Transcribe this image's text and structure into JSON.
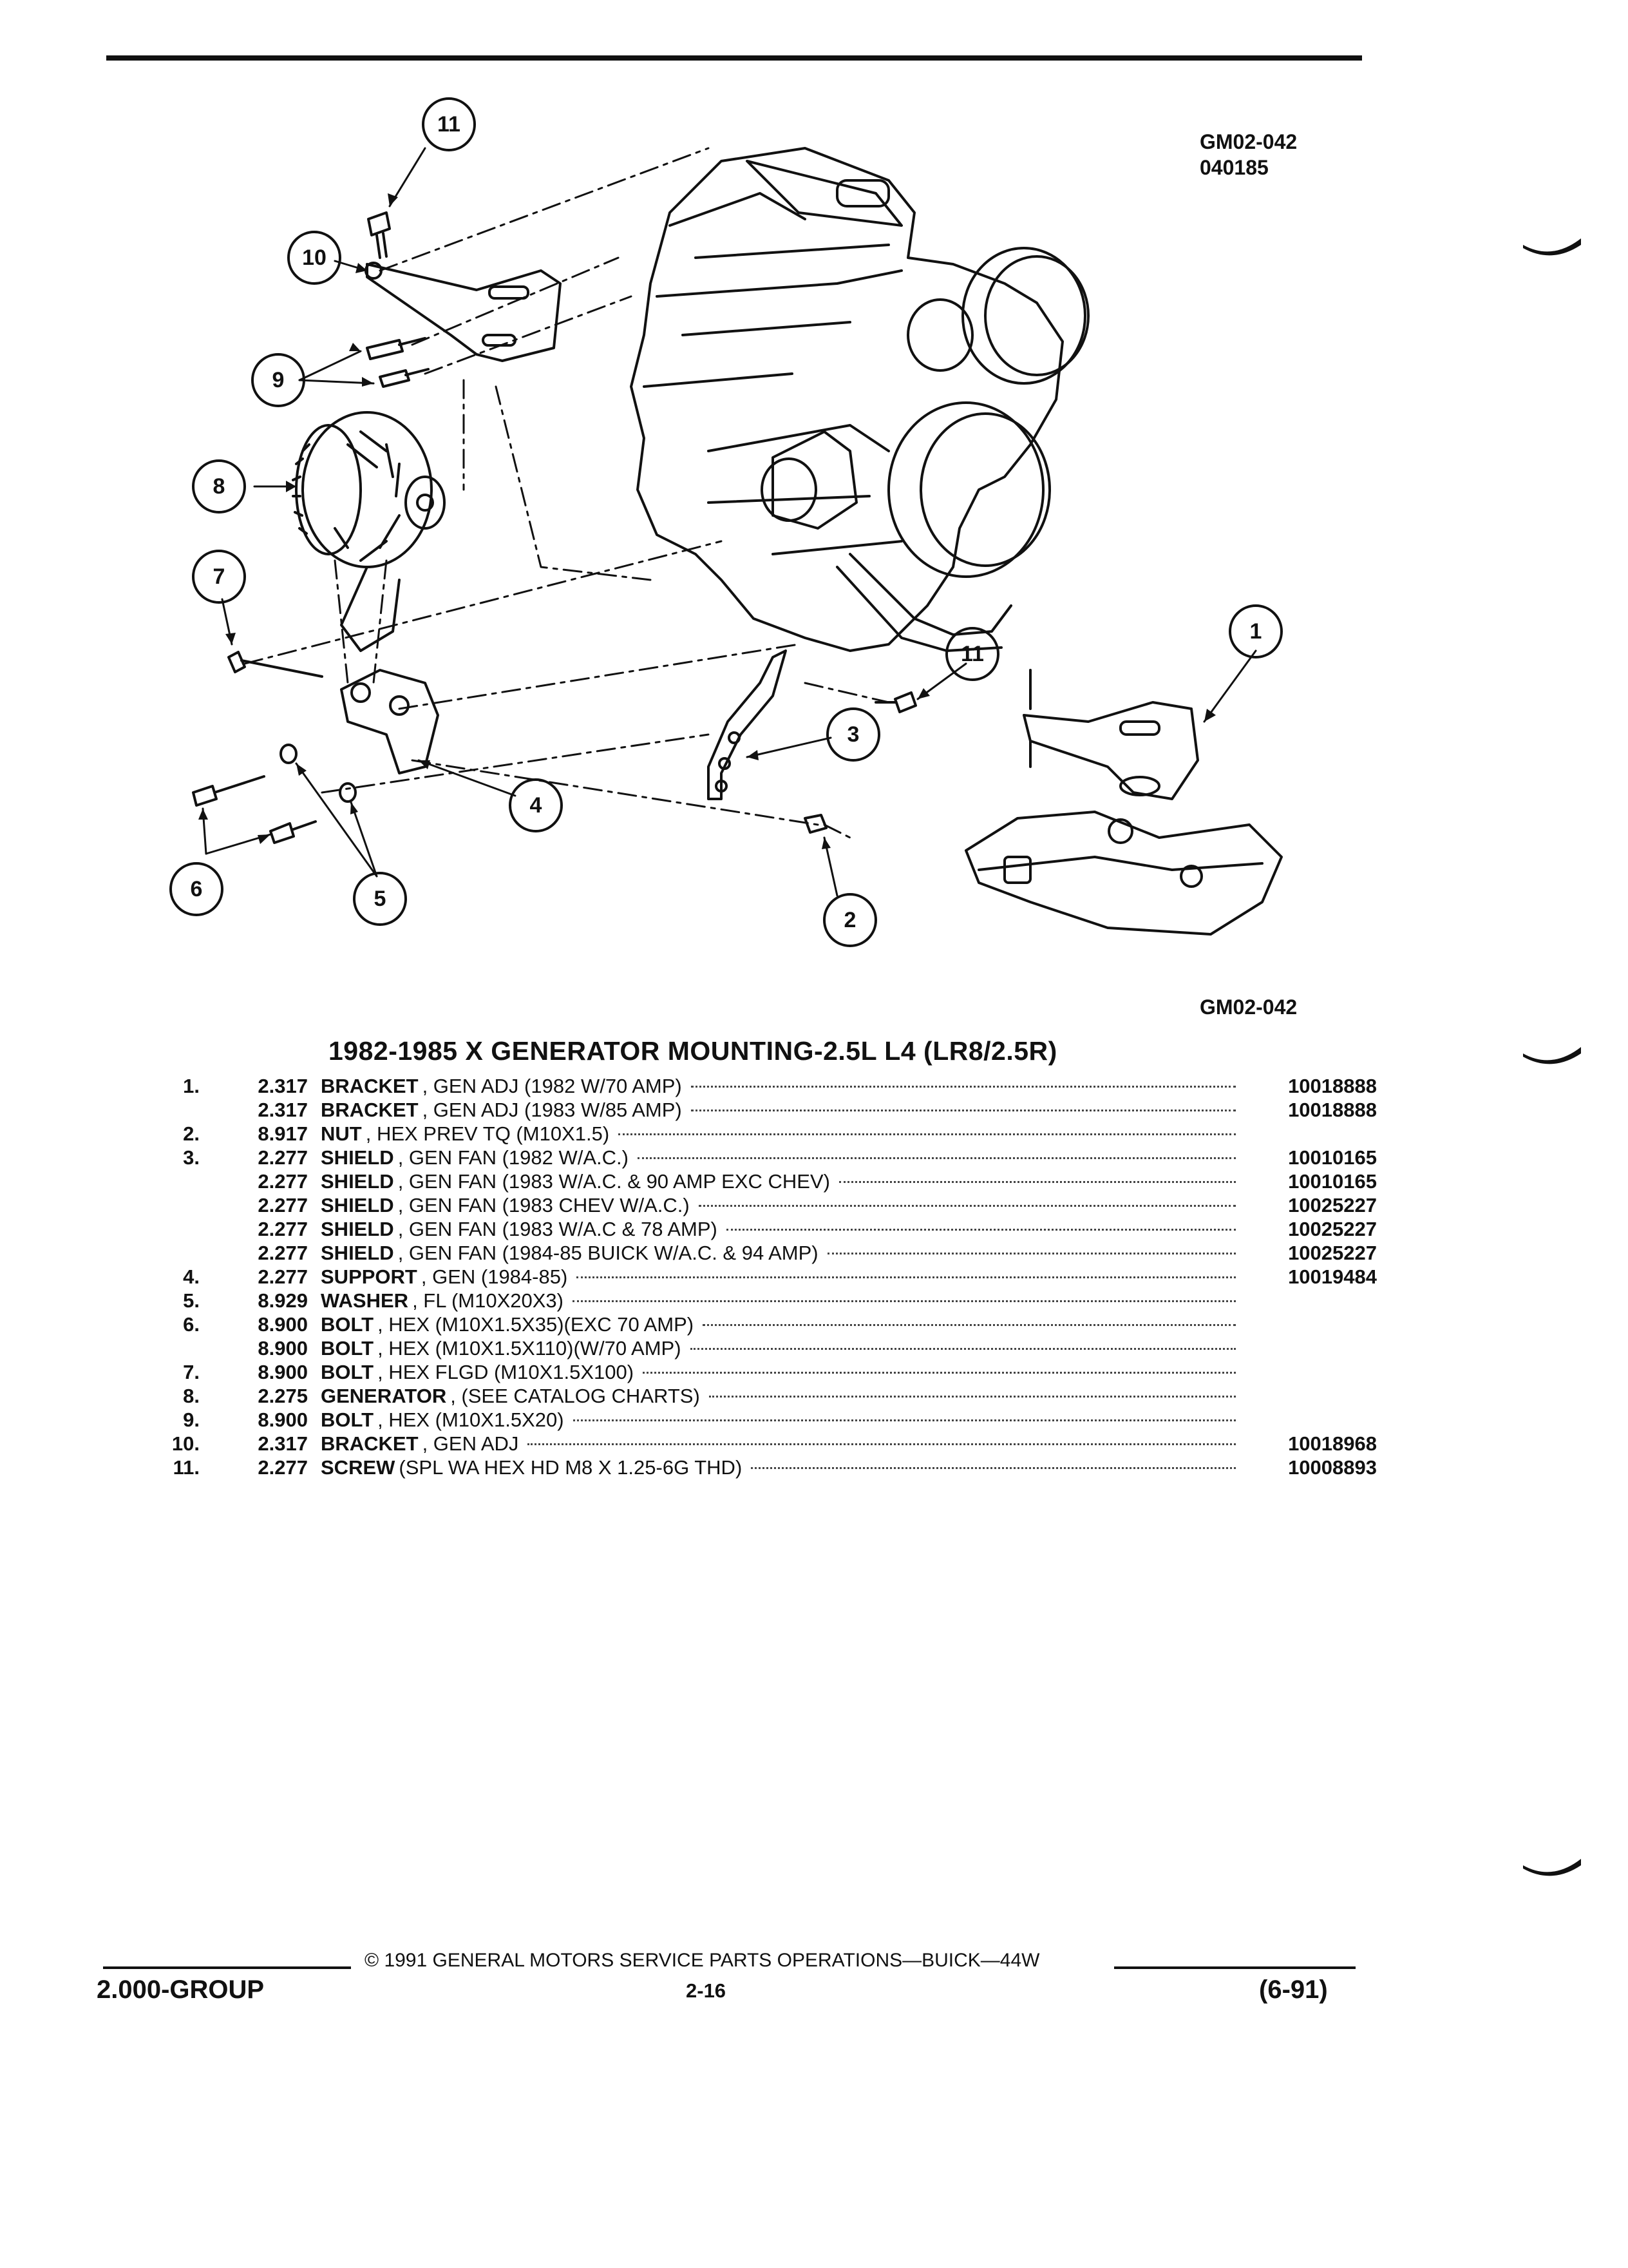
{
  "figure": {
    "code_top": "GM02-042",
    "date_code": "040185",
    "code_bottom": "GM02-042",
    "title": "1982-1985 X GENERATOR MOUNTING-2.5L L4 (LR8/2.5R)",
    "callouts": [
      "1",
      "2",
      "3",
      "4",
      "5",
      "6",
      "7",
      "8",
      "9",
      "10",
      "11"
    ]
  },
  "parts": [
    {
      "item": "1.",
      "group": "2.317",
      "name": "BRACKET",
      "detail": ", GEN ADJ (1982 W/70 AMP)",
      "part_number": "10018888"
    },
    {
      "item": "",
      "group": "2.317",
      "name": "BRACKET",
      "detail": ", GEN ADJ (1983 W/85 AMP)",
      "part_number": "10018888"
    },
    {
      "item": "2.",
      "group": "8.917",
      "name": "NUT",
      "detail": ", HEX PREV TQ (M10X1.5)",
      "part_number": ""
    },
    {
      "item": "3.",
      "group": "2.277",
      "name": "SHIELD",
      "detail": ", GEN FAN (1982 W/A.C.)",
      "part_number": "10010165"
    },
    {
      "item": "",
      "group": "2.277",
      "name": "SHIELD",
      "detail": ", GEN FAN (1983 W/A.C. & 90 AMP EXC CHEV)",
      "part_number": "10010165"
    },
    {
      "item": "",
      "group": "2.277",
      "name": "SHIELD",
      "detail": ", GEN FAN (1983 CHEV W/A.C.)",
      "part_number": "10025227"
    },
    {
      "item": "",
      "group": "2.277",
      "name": "SHIELD",
      "detail": ", GEN FAN (1983 W/A.C & 78 AMP)",
      "part_number": "10025227"
    },
    {
      "item": "",
      "group": "2.277",
      "name": "SHIELD",
      "detail": ", GEN FAN (1984-85 BUICK W/A.C. & 94 AMP)",
      "part_number": "10025227"
    },
    {
      "item": "4.",
      "group": "2.277",
      "name": "SUPPORT",
      "detail": ", GEN (1984-85)",
      "part_number": "10019484"
    },
    {
      "item": "5.",
      "group": "8.929",
      "name": "WASHER",
      "detail": ", FL (M10X20X3)",
      "part_number": ""
    },
    {
      "item": "6.",
      "group": "8.900",
      "name": "BOLT",
      "detail": ", HEX (M10X1.5X35)(EXC 70 AMP)",
      "part_number": ""
    },
    {
      "item": "",
      "group": "8.900",
      "name": "BOLT",
      "detail": ", HEX (M10X1.5X110)(W/70 AMP)",
      "part_number": ""
    },
    {
      "item": "7.",
      "group": "8.900",
      "name": "BOLT",
      "detail": ", HEX FLGD (M10X1.5X100)",
      "part_number": ""
    },
    {
      "item": "8.",
      "group": "2.275",
      "name": "GENERATOR",
      "detail": ", (SEE CATALOG CHARTS)",
      "part_number": ""
    },
    {
      "item": "9.",
      "group": "8.900",
      "name": "BOLT",
      "detail": ", HEX (M10X1.5X20)",
      "part_number": ""
    },
    {
      "item": "10.",
      "group": "2.317",
      "name": "BRACKET",
      "detail": ", GEN ADJ",
      "part_number": "10018968"
    },
    {
      "item": "11.",
      "group": "2.277",
      "name": "SCREW",
      "detail": " (SPL WA HEX HD M8 X 1.25-6G THD)",
      "part_number": "10008893"
    }
  ],
  "footer": {
    "group": "2.000-GROUP",
    "copyright": "© 1991 GENERAL MOTORS SERVICE PARTS OPERATIONS—BUICK—44W",
    "page": "2-16",
    "date": "(6-91)"
  }
}
